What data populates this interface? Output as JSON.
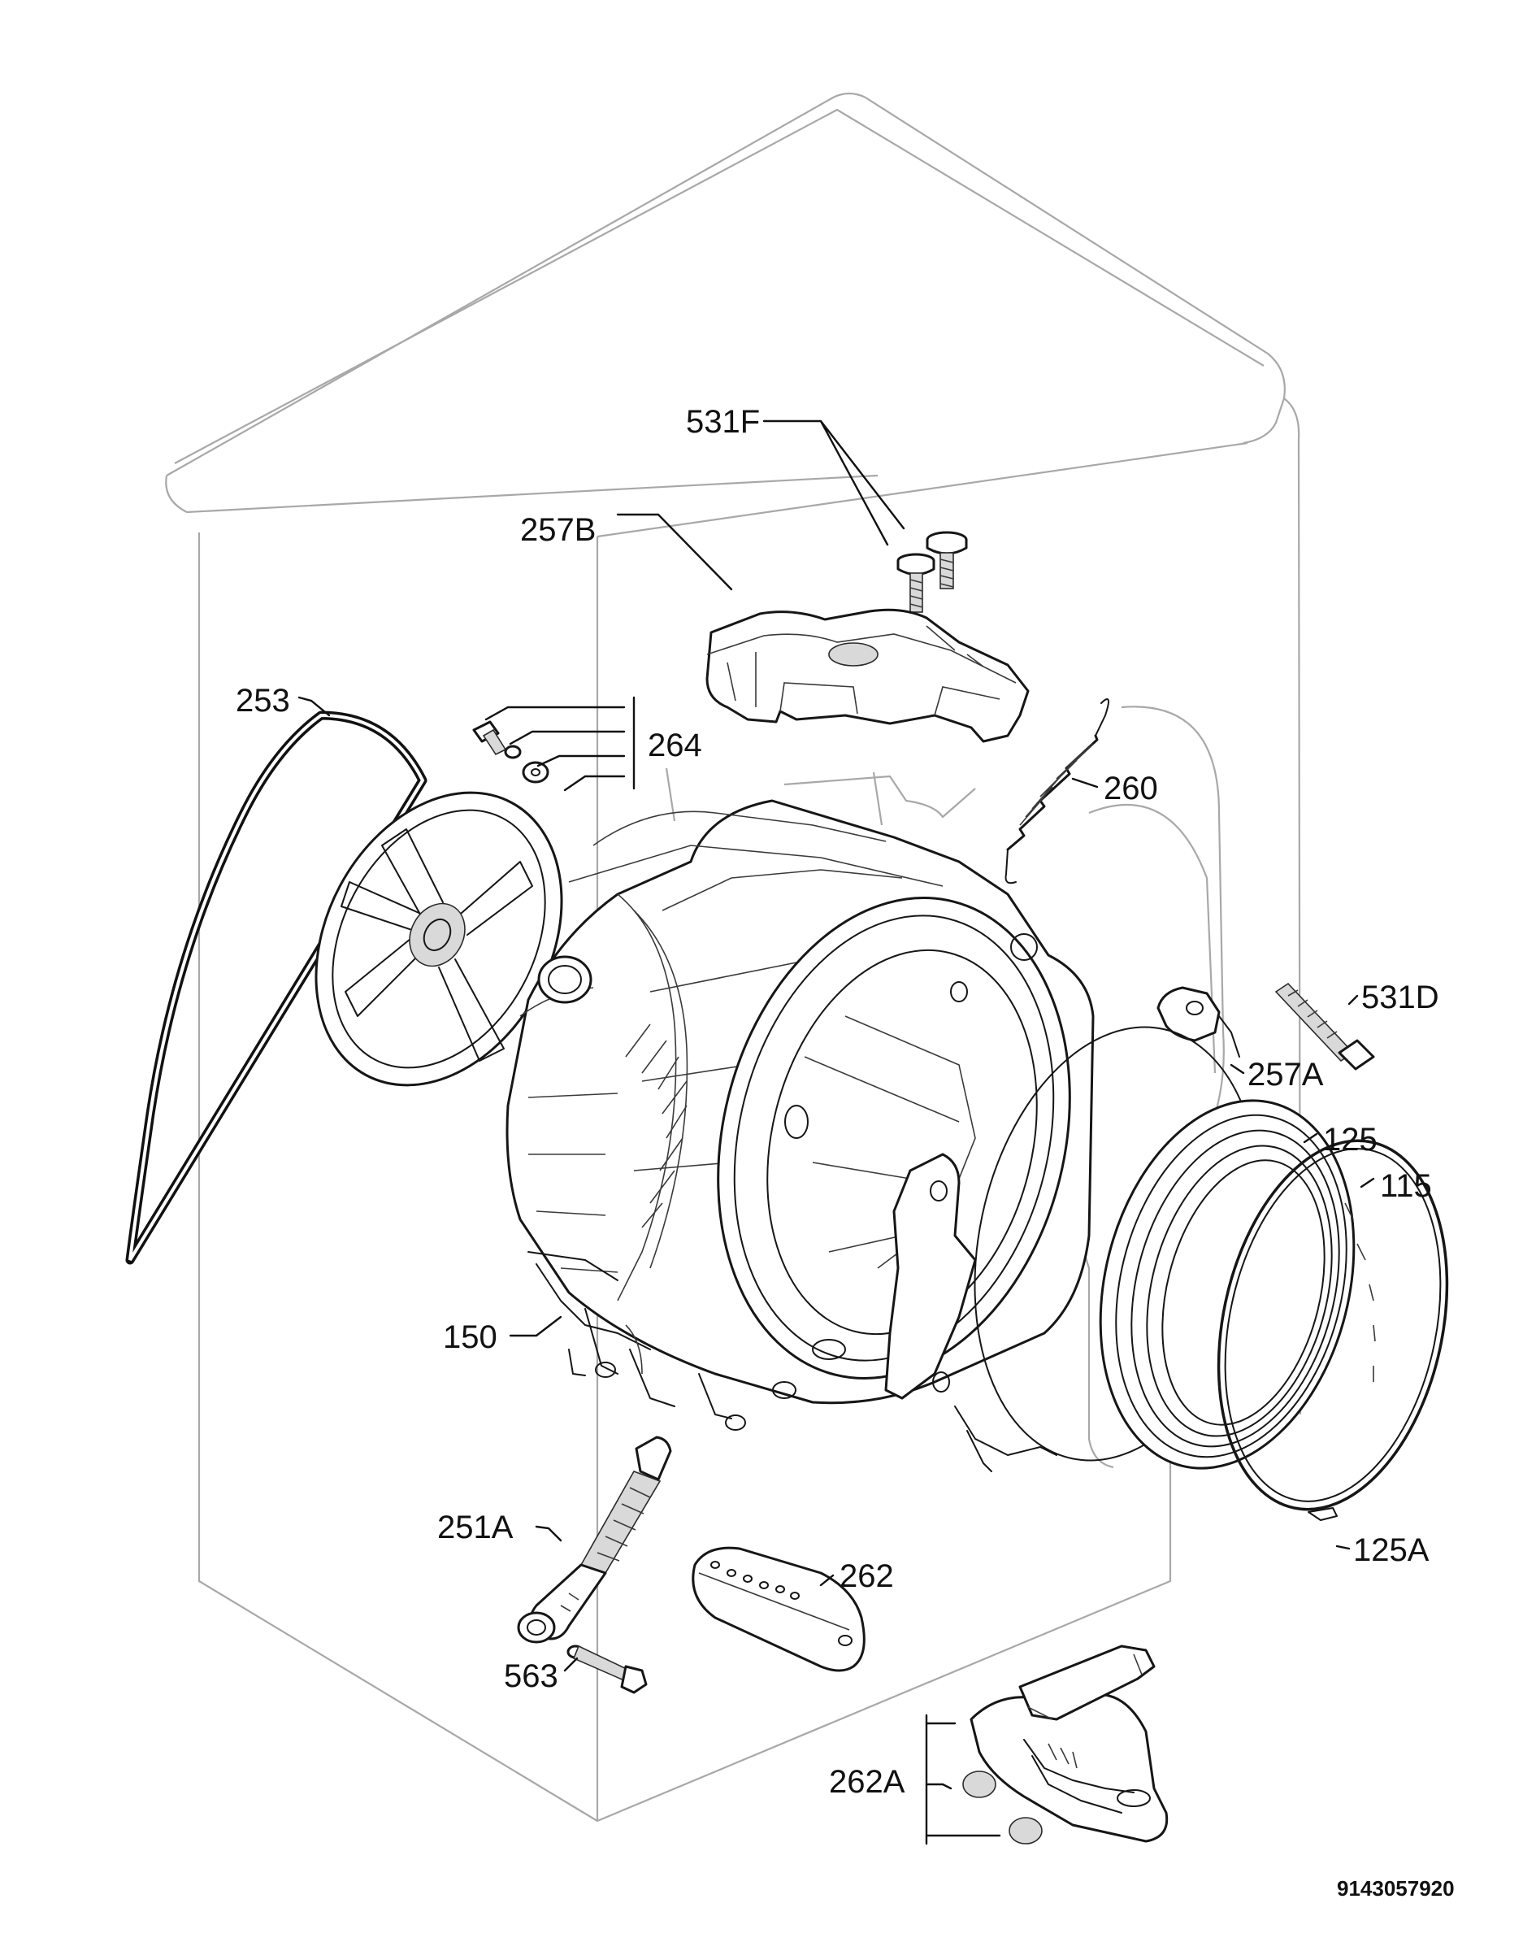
{
  "diagram": {
    "document_code": "9143057920",
    "colors": {
      "part_stroke": "#161616",
      "cabinet_outline": "#a8a8a8",
      "background": "#ffffff"
    },
    "parts": [
      {
        "id": "531F",
        "label": "531F"
      },
      {
        "id": "257B",
        "label": "257B"
      },
      {
        "id": "253",
        "label": "253"
      },
      {
        "id": "264",
        "label": "264"
      },
      {
        "id": "260",
        "label": "260"
      },
      {
        "id": "531D",
        "label": "531D"
      },
      {
        "id": "257A",
        "label": "257A"
      },
      {
        "id": "125",
        "label": "125"
      },
      {
        "id": "115",
        "label": "115"
      },
      {
        "id": "150",
        "label": "150"
      },
      {
        "id": "251A",
        "label": "251A"
      },
      {
        "id": "262",
        "label": "262"
      },
      {
        "id": "125A",
        "label": "125A"
      },
      {
        "id": "563",
        "label": "563"
      },
      {
        "id": "262A",
        "label": "262A"
      }
    ]
  }
}
